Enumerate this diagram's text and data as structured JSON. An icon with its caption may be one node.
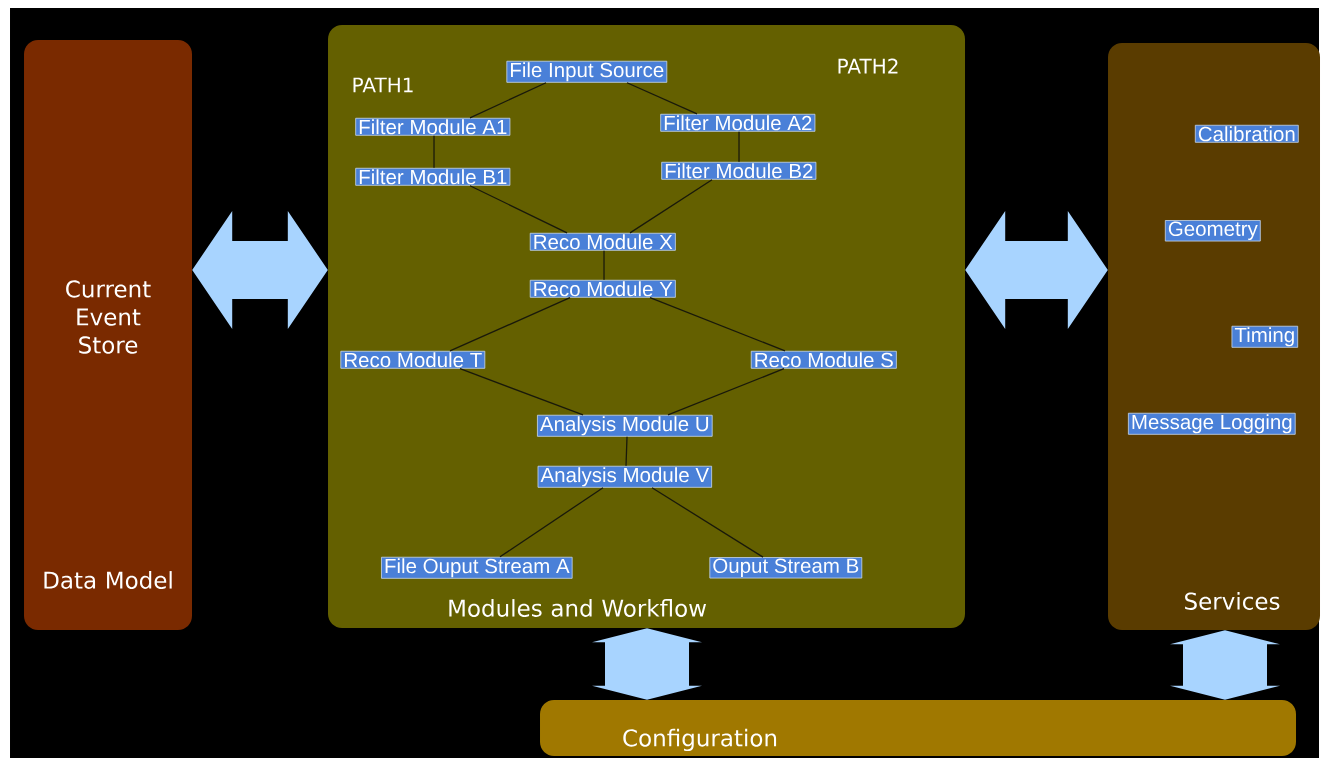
{
  "diagram": {
    "nodes": [
      {
        "text": [
          "Current Event Store",
          "Data Model"
        ]
      },
      {
        "text": [
          "Modules and Workflow"
        ]
      },
      {
        "text": [
          "Services"
        ]
      },
      {
        "text": [
          "Configuration"
        ]
      },
      {
        "text": [
          "File Input Source"
        ],
        "in": 1
      },
      {
        "text": [
          "Filter Module A1"
        ],
        "in": 1
      },
      {
        "text": [
          "Filter Module B1"
        ],
        "in": 1
      },
      {
        "text": [
          "Filter Module A2"
        ],
        "in": 1
      },
      {
        "text": [
          "Filter Module B2"
        ],
        "in": 1
      },
      {
        "text": [
          "Reco Module X"
        ],
        "in": 1
      },
      {
        "text": [
          "Reco Module Y"
        ],
        "in": 1
      },
      {
        "text": [
          "Reco Module T"
        ],
        "in": 1
      },
      {
        "text": [
          "Reco Module S"
        ],
        "in": 1
      },
      {
        "text": [
          "Analysis Module U"
        ],
        "in": 1
      },
      {
        "text": [
          "Analysis Module V"
        ],
        "in": 1
      },
      {
        "text": [
          "File Ouput Stream A"
        ],
        "in": 1
      },
      {
        "text": [
          "Ouput Stream B"
        ],
        "in": 1
      },
      {
        "text": [
          "Calibration"
        ],
        "in": 2
      },
      {
        "text": [
          "Geometry"
        ],
        "in": 2
      },
      {
        "text": [
          "Timing"
        ],
        "in": 2
      },
      {
        "text": [
          "Message Logging"
        ],
        "in": 2
      }
    ],
    "edges": [
      {
        "from": 4,
        "to": 5,
        "arrow": "none"
      },
      {
        "from": 4,
        "to": 7,
        "arrow": "none"
      },
      {
        "from": 5,
        "to": 6,
        "arrow": "none"
      },
      {
        "from": 7,
        "to": 8,
        "arrow": "none"
      },
      {
        "from": 6,
        "to": 9,
        "arrow": "none"
      },
      {
        "from": 8,
        "to": 9,
        "arrow": "none"
      },
      {
        "from": 9,
        "to": 10,
        "arrow": "none"
      },
      {
        "from": 10,
        "to": 11,
        "arrow": "none"
      },
      {
        "from": 10,
        "to": 12,
        "arrow": "none"
      },
      {
        "from": 11,
        "to": 13,
        "arrow": "none"
      },
      {
        "from": 12,
        "to": 13,
        "arrow": "none"
      },
      {
        "from": 13,
        "to": 14,
        "arrow": "none"
      },
      {
        "from": 14,
        "to": 15,
        "arrow": "none"
      },
      {
        "from": 14,
        "to": 16,
        "arrow": "none"
      },
      {
        "from": 0,
        "to": 1,
        "arrow": "both",
        "style": "thick",
        "color": "#a8d4ff"
      },
      {
        "from": 1,
        "to": 2,
        "arrow": "both",
        "style": "thick",
        "color": "#a8d4ff"
      },
      {
        "from": 1,
        "to": 3,
        "arrow": "both",
        "style": "thick",
        "color": "#a8d4ff"
      },
      {
        "from": 2,
        "to": 3,
        "arrow": "both",
        "style": "thick",
        "color": "#a8d4ff"
      }
    ],
    "labels": [
      "PATH1",
      "PATH2"
    ]
  }
}
